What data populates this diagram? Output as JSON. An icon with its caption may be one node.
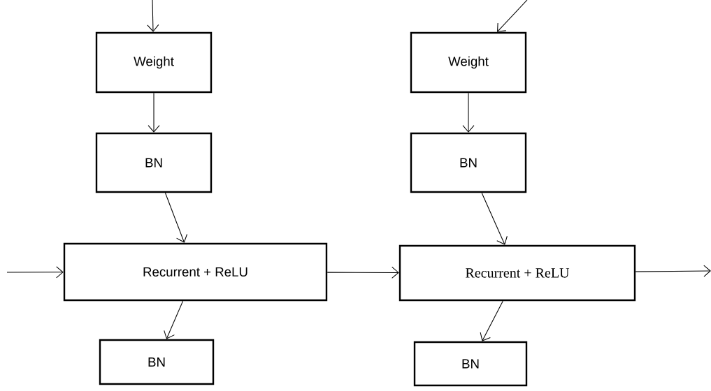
{
  "diagram": {
    "nodes": [
      {
        "text": [
          "Weight"
        ]
      },
      {
        "text": [
          "BN"
        ]
      },
      {
        "text": [
          "Recurrent + ReLU"
        ]
      },
      {
        "text": [
          "BN"
        ]
      },
      {
        "text": [
          "Weight"
        ]
      },
      {
        "text": [
          "BN"
        ]
      },
      {
        "text": [
          "Recurrent + ReLU"
        ]
      },
      {
        "text": [
          "BN"
        ]
      }
    ],
    "edges": [
      {
        "from": null,
        "to": 0,
        "arrow": "to"
      },
      {
        "from": 0,
        "to": 1,
        "arrow": "to"
      },
      {
        "from": 1,
        "to": 2,
        "arrow": "to"
      },
      {
        "from": 2,
        "to": 3,
        "arrow": "to"
      },
      {
        "from": null,
        "to": 4,
        "arrow": "to"
      },
      {
        "from": 4,
        "to": 5,
        "arrow": "to"
      },
      {
        "from": 5,
        "to": 6,
        "arrow": "to"
      },
      {
        "from": 6,
        "to": 7,
        "arrow": "to"
      },
      {
        "from": null,
        "to": 2,
        "arrow": "to"
      },
      {
        "from": 2,
        "to": 6,
        "arrow": "to"
      },
      {
        "from": 6,
        "to": null,
        "arrow": "to"
      }
    ]
  }
}
